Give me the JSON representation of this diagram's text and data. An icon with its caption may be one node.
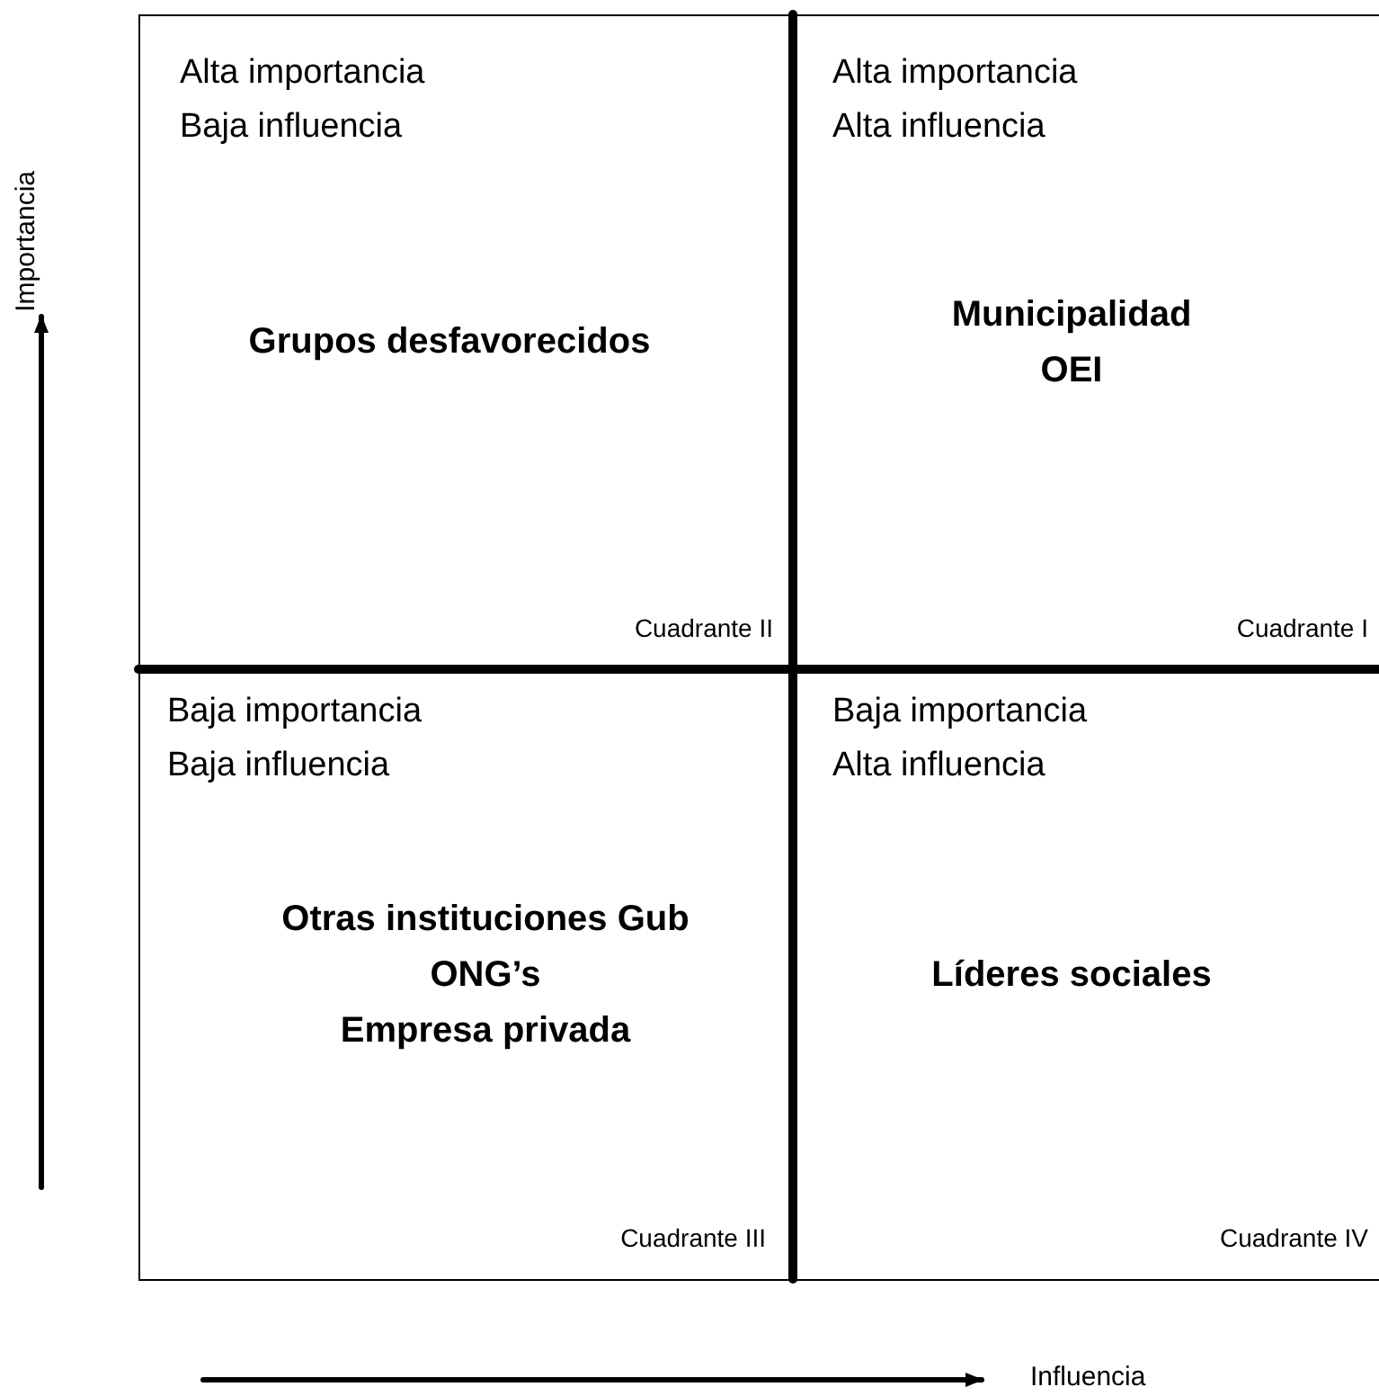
{
  "diagram": {
    "nodes": [
      {
        "text": [
          "Alta importancia",
          "Baja influencia",
          "Grupos desfavorecidos",
          "Cuadrante II"
        ]
      },
      {
        "text": [
          "Alta importancia",
          "Alta influencia",
          "Municipalidad",
          "OEI",
          "Cuadrante I"
        ]
      },
      {
        "text": [
          "Baja importancia",
          "Baja influencia",
          "Otras instituciones Gub",
          "ONG’s",
          "Empresa privada",
          "Cuadrante III"
        ]
      },
      {
        "text": [
          "Baja importancia",
          "Alta influencia",
          "Líderes sociales",
          "Cuadrante IV"
        ]
      }
    ],
    "edges": [],
    "labels": [
      "Importancia",
      "Influencia"
    ]
  }
}
